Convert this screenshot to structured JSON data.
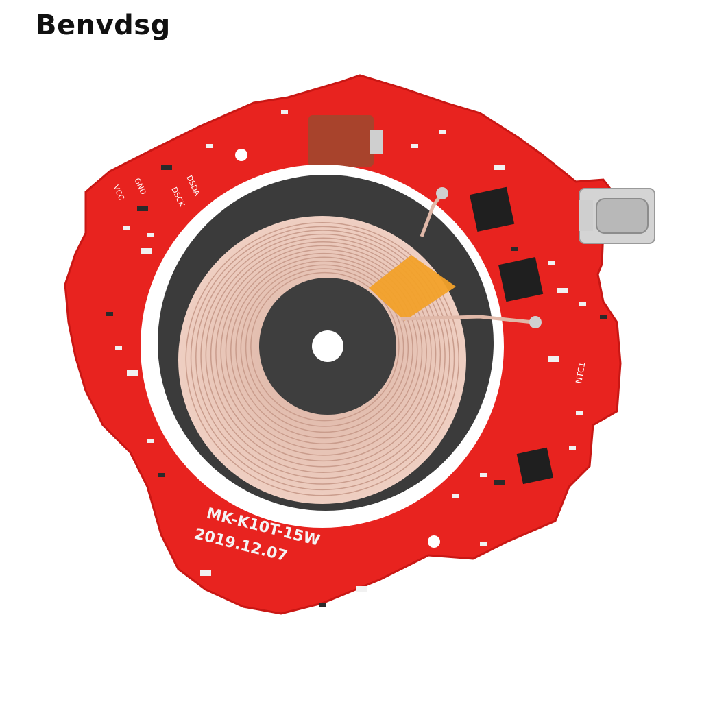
{
  "brand": {
    "name": "Benvdsg"
  },
  "board": {
    "model_text": "MK-K10T-15W",
    "date_text": "2019.12.07",
    "silk_labels": {
      "gnd": "GND",
      "vcc": "VCC",
      "dsck": "DSCK",
      "dsda": "DSDA",
      "ntc1": "NTC1"
    }
  },
  "colors": {
    "pcb_red": "#e8231f",
    "coil_copper": "#e8c2b4",
    "ferrite_dark": "#3b3b3b",
    "tape_orange": "#f2a12a",
    "capacitor_brown": "#a8432c"
  }
}
